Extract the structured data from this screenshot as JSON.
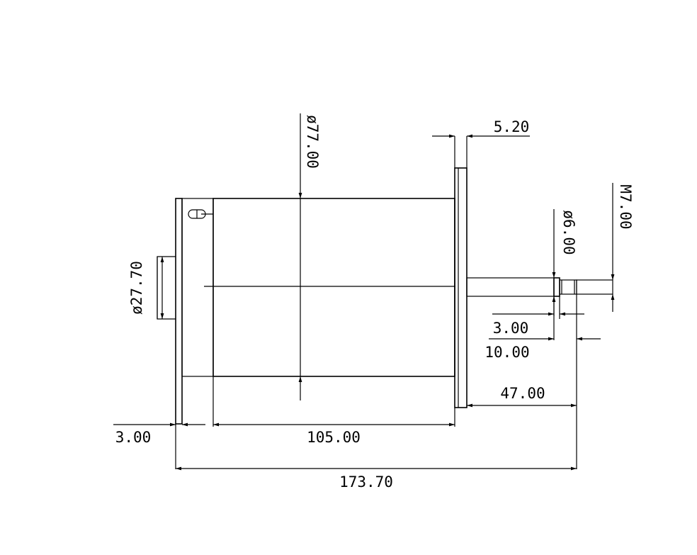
{
  "colors": {
    "background": "#ffffff",
    "line": "#000000"
  },
  "dimensions": {
    "flange_thickness": "5.20",
    "body_diameter": "ø77.00",
    "boss_diameter": "ø27.70",
    "shaft_diameter": "ø6.00",
    "thread_size": "M7.00",
    "shaft_step": "3.00",
    "thread_length": "10.00",
    "shaft_length": "47.00",
    "rear_cap": "3.00",
    "body_length": "105.00",
    "overall_length": "173.70"
  }
}
